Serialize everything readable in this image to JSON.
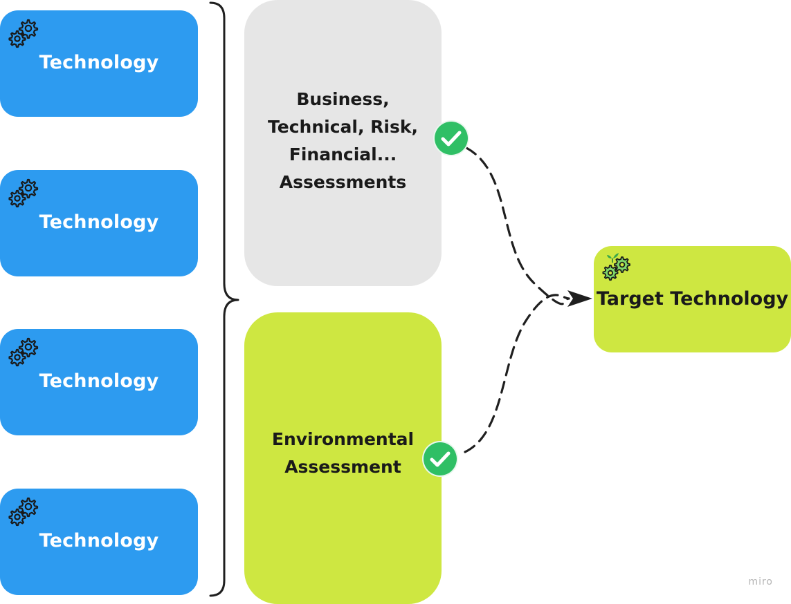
{
  "technology_boxes": [
    {
      "label": "Technology",
      "icon": "gears-icon"
    },
    {
      "label": "Technology",
      "icon": "gears-icon"
    },
    {
      "label": "Technology",
      "icon": "gears-icon"
    },
    {
      "label": "Technology",
      "icon": "gears-icon"
    }
  ],
  "assessments": {
    "general": {
      "label": "Business,\nTechnical, Risk,\nFinancial...\nAssessments",
      "status_icon": "check-circle-icon"
    },
    "environmental": {
      "label": "Environmental\nAssessment",
      "status_icon": "check-circle-icon"
    }
  },
  "target": {
    "label": "Target Technology",
    "icon": "green-gears-icon"
  },
  "watermark": "miro",
  "colors": {
    "technology": "#2d9bf0",
    "general_assessment": "#e6e6e6",
    "environmental": "#cee741",
    "check": "#2fbf65",
    "connector": "#1f1f1f"
  }
}
